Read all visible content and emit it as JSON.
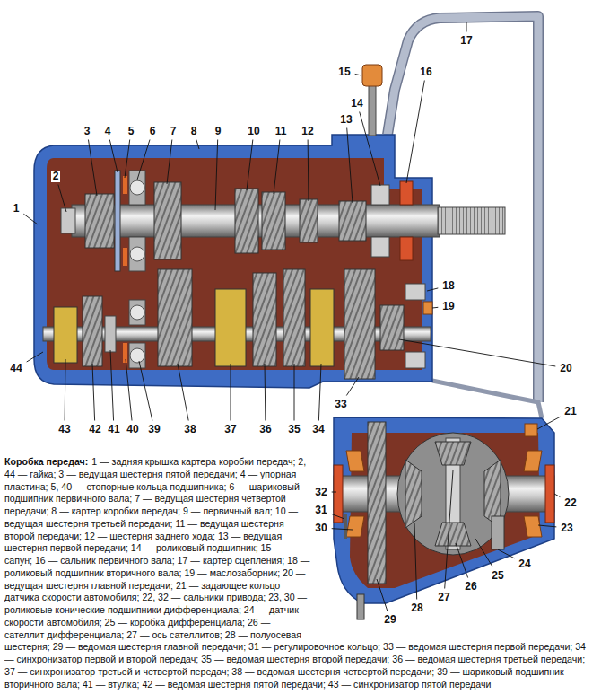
{
  "diagram": {
    "title": "Коробка передач:",
    "caption": "1 — задняя крышка картера коробки передач; 2, 44 — гайка; 3 — ведущая шестерня пятой передачи; 4 — упорная пластина; 5, 40 — стопорные кольца подшипника; 6 — шариковый подшипник первичного вала; 7 — ведущая шестерня четвертой передачи; 8 — картер коробки передач; 9 — первичный вал; 10 — ведущая шестерня третьей передачи; 11 — ведущая шестерня второй передачи; 12 — шестерня заднего хода; 13 — ведущая шестерня первой передачи; 14 — роликовый подшипник; 15 — сапун; 16 — сальник первичного вала; 17 — картер сцепления; 18 — роликовый подшипник вторичного вала; 19 — маслозаборник; 20 — ведущая шестерня главной передачи; 21 — задающее кольцо датчика скорости автомобиля; 22, 32 — сальники привода; 23, 30 — роликовые конические подшипники дифференциала; 24 — датчик скорости автомобиля; 25 — коробка дифференциала; 26 — сателлит дифференциала; 27 — ось сателлитов; 28 — полуосевая шестерня; 29 — ведомая шестерня главной передачи; 31 — регулировочное кольцо; 33 — ведомая шестерня первой передачи; 34 — синхронизатор первой и второй передач; 35 — ведомая шестерня второй передачи; 36 — ведомая шестерня третьей передачи; 37 — синхронизатор третьей и четвертой передач; 38 — ведомая шестерня четвертой передачи; 39 — шариковый подшипник вторичного вала; 41 — втулка; 42 — ведомая шестерня пятой передачи; 43 — синхронизатор пятой передачи",
    "labels": [
      "1",
      "2",
      "3",
      "4",
      "5",
      "6",
      "7",
      "8",
      "9",
      "10",
      "11",
      "12",
      "13",
      "14",
      "15",
      "16",
      "17",
      "18",
      "19",
      "20",
      "21",
      "22",
      "23",
      "24",
      "25",
      "26",
      "27",
      "28",
      "29",
      "30",
      "31",
      "32",
      "33",
      "34",
      "35",
      "36",
      "37",
      "38",
      "39",
      "40",
      "41",
      "42",
      "43",
      "44"
    ]
  }
}
